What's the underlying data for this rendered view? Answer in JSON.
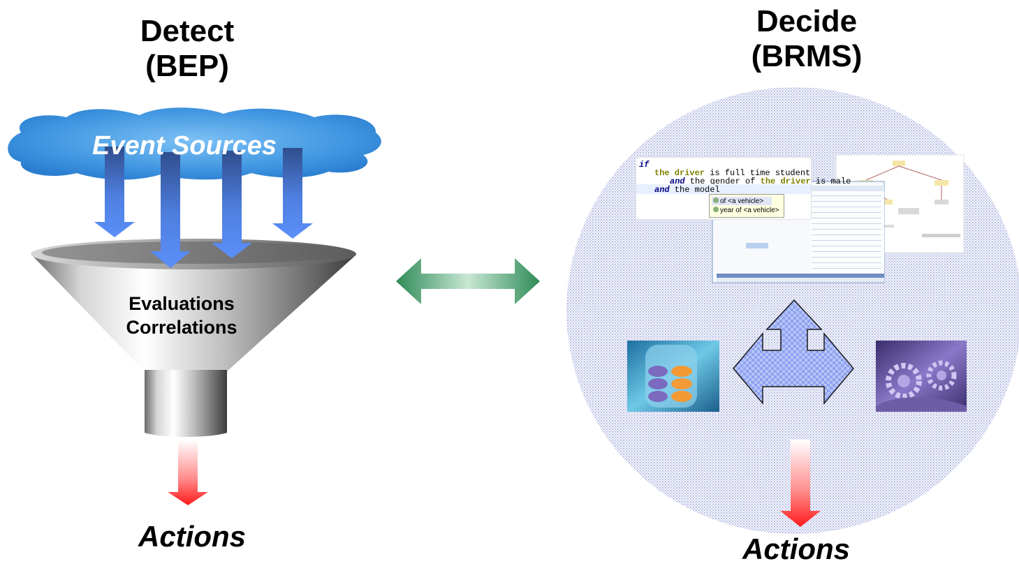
{
  "left": {
    "heading_line1": "Detect",
    "heading_line2": "(BEP)",
    "cloud_label": "Event Sources",
    "funnel_line1": "Evaluations",
    "funnel_line2": "Correlations",
    "actions_label": "Actions"
  },
  "right": {
    "heading_line1": "Decide",
    "heading_line2": "(BRMS)",
    "actions_label": "Actions",
    "rule_editor": {
      "line1_kw": "if",
      "line2_a": "the driver",
      "line2_b": " is full time student",
      "line3_kw": "and",
      "line3_a": " the gender of ",
      "line3_b": "the driver",
      "line3_c": " is male",
      "line4_kw": "and",
      "line4_a": " the model",
      "suggestions": [
        "of <a vehicle>",
        "year of <a vehicle>"
      ]
    }
  },
  "colors": {
    "arrow_blue": "#5b8ff9",
    "arrow_red": "#ff2b2b",
    "arrow_green": "#3f9a6a",
    "cloud": "#4a9fe0",
    "circle_dots": "#9fa6d8"
  },
  "icons": [
    "database-icon",
    "gears-icon",
    "three-way-arrow-icon",
    "double-arrow-icon"
  ]
}
